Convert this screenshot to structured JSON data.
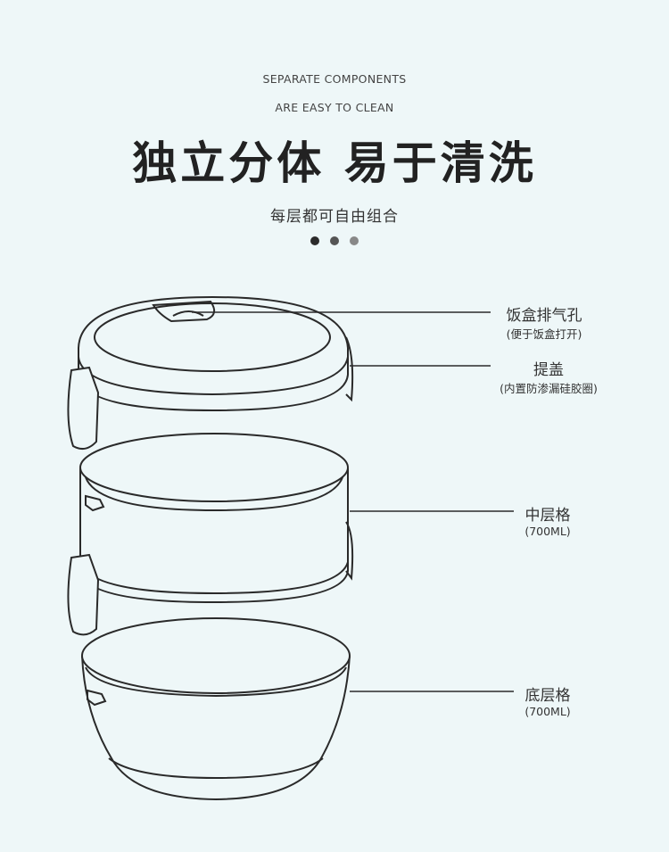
{
  "header": {
    "en_line1": "SEPARATE COMPONENTS",
    "en_line2": "ARE EASY TO CLEAN",
    "title": "独立分体 易于清洗",
    "subtitle": "每层都可自由组合"
  },
  "colors": {
    "background": "#eef7f8",
    "dot1": "#2b2b2b",
    "dot2": "#555555",
    "dot3": "#888888"
  },
  "callouts": [
    {
      "label": "饭盒排气孔",
      "note": "(便于饭盒打开)"
    },
    {
      "label": "提盖",
      "note": "(内置防渗漏硅胶圈)"
    },
    {
      "label": "中层格",
      "note": "(700ML)"
    },
    {
      "label": "底层格",
      "note": "(700ML)"
    }
  ]
}
